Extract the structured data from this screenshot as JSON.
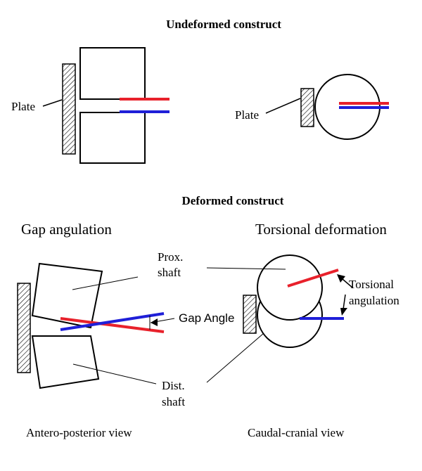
{
  "headings": {
    "undeformed": "Undeformed construct",
    "deformed": "Deformed construct"
  },
  "labels": {
    "plate_left": "Plate",
    "plate_right": "Plate",
    "gap_angulation": "Gap angulation",
    "torsional_deformation": "Torsional deformation",
    "prox_shaft_line1": "Prox.",
    "prox_shaft_line2": "shaft",
    "dist_shaft_line1": "Dist.",
    "dist_shaft_line2": "shaft",
    "gap_angle": "Gap Angle",
    "torsional_angulation_line1": "Torsional",
    "torsional_angulation_line2": "angulation",
    "view_left": "Antero-posterior view",
    "view_right": "Caudal-cranial view"
  },
  "colors": {
    "red_marker": "#e8212b",
    "blue_marker": "#1f1fd8",
    "outline": "#000000",
    "hatch": "#000000"
  }
}
